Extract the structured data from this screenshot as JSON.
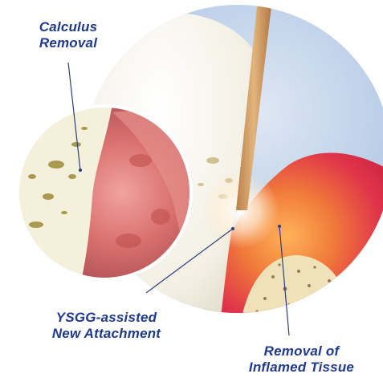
{
  "labels": {
    "calculus": {
      "line1": "Calculus",
      "line2": "Removal"
    },
    "attachment": {
      "line1": "YSGG-assisted",
      "line2": "New Attachment"
    },
    "inflamed": {
      "line1": "Removal of",
      "line2": "Inflamed Tissue"
    }
  },
  "colors": {
    "label_text": "#1f3a8a",
    "leader_line": "#2b3f7a",
    "tooth_enamel": "#f4f1e6",
    "gum_tissue": "#e23a4c",
    "inflamed_tissue": "#f28a2e",
    "bone": "#efe2b8",
    "laser_fiber": "#d2a064",
    "background_sky": "#bcd0ea"
  }
}
